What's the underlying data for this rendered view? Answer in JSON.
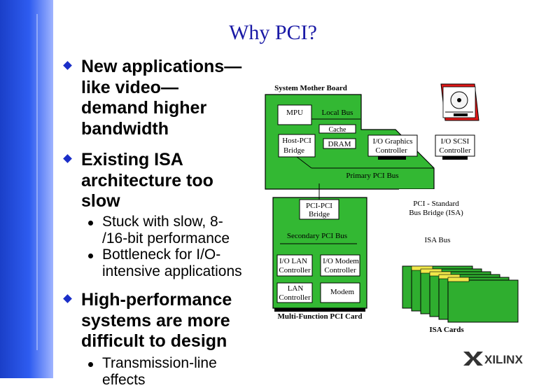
{
  "slide": {
    "title": "Why PCI?",
    "bullets": [
      {
        "lines": [
          "New applications—",
          "like video—",
          "demand higher",
          "bandwidth"
        ]
      },
      {
        "lines": [
          "Existing ISA",
          "architecture too",
          "slow"
        ]
      },
      {
        "lines": [
          "High-performance",
          "systems are more",
          "difficult to design"
        ]
      }
    ],
    "subbullets": [
      {
        "lines": [
          "Stuck with slow, 8-",
          "/16-bit performance"
        ]
      },
      {
        "lines": [
          "Bottleneck for I/O-",
          "intensive applications"
        ]
      },
      {
        "lines": [
          "Transmission-line",
          "effects"
        ]
      }
    ]
  },
  "diagram": {
    "board_label": "System Mother Board",
    "mpu": "MPU",
    "local_bus": "Local Bus",
    "cache": "Cache",
    "host_pci_bridge": [
      "Host-PCI",
      "Bridge"
    ],
    "dram": "DRAM",
    "io_graphics": [
      "I/O Graphics",
      "Controller"
    ],
    "io_scsi": [
      "I/O SCSI",
      "Controller"
    ],
    "primary_bus": "Primary  PCI Bus",
    "pci_pci_bridge": [
      "PCI-PCI",
      "Bridge"
    ],
    "pci_isa_bridge": [
      "PCI - Standard",
      "Bus Bridge (ISA)"
    ],
    "secondary_bus": "Secondary  PCI Bus",
    "isa_bus": "ISA Bus",
    "io_lan": [
      "I/O LAN",
      "Controller"
    ],
    "io_modem": [
      "I/O Modem",
      "Controller"
    ],
    "lan": [
      "LAN",
      "Controller"
    ],
    "modem": "Modem",
    "multifunction_label": "Multi-Function PCI Card",
    "isa_cards_label": "ISA Cards"
  },
  "logo_text": "XILINX",
  "colors": {
    "board_green": "#33b833",
    "card_green": "#2fae2f",
    "bullet_blue": "#1a2ec8",
    "title_blue": "#1a1aa6",
    "sidebar_blue": "#2e5cf0"
  }
}
